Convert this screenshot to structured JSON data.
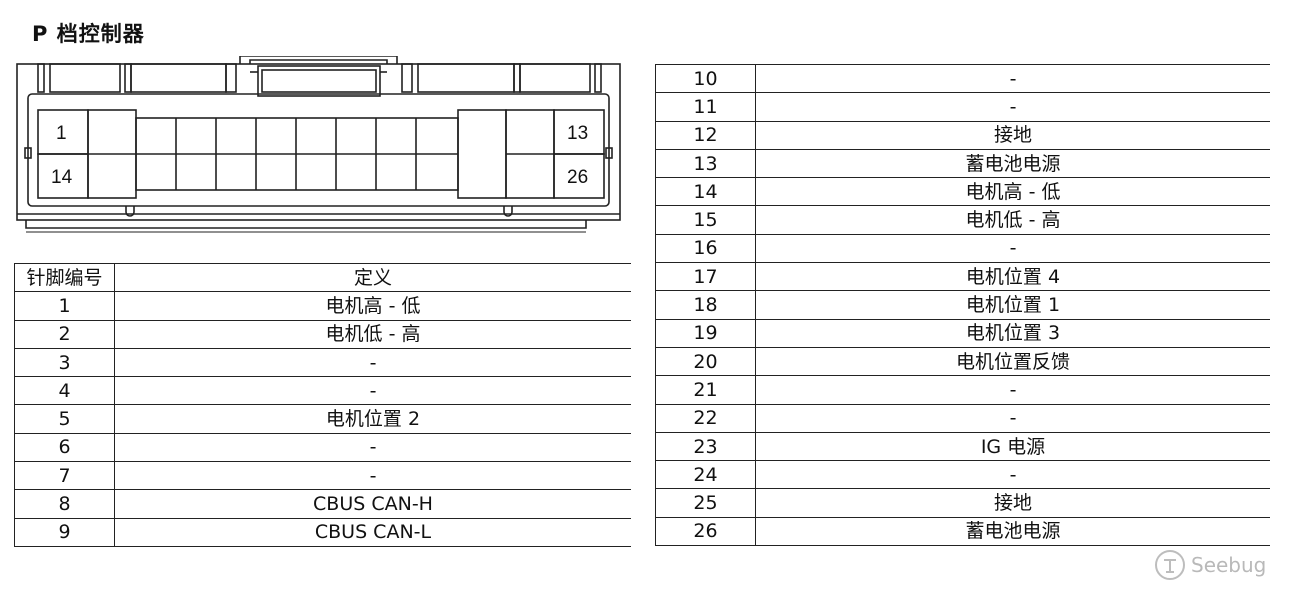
{
  "title": "P 档控制器",
  "connector": {
    "label_top_left": "1",
    "label_top_right": "13",
    "label_bottom_left": "14",
    "label_bottom_right": "26"
  },
  "table_left": {
    "headers": [
      "针脚编号",
      "定义"
    ],
    "rows": [
      [
        "1",
        "电机高 - 低"
      ],
      [
        "2",
        "电机低 - 高"
      ],
      [
        "3",
        "-"
      ],
      [
        "4",
        "-"
      ],
      [
        "5",
        "电机位置 2"
      ],
      [
        "6",
        "-"
      ],
      [
        "7",
        "-"
      ],
      [
        "8",
        "CBUS CAN-H"
      ],
      [
        "9",
        "CBUS CAN-L"
      ]
    ]
  },
  "table_right": {
    "rows": [
      [
        "10",
        "-"
      ],
      [
        "11",
        "-"
      ],
      [
        "12",
        "接地"
      ],
      [
        "13",
        "蓄电池电源"
      ],
      [
        "14",
        "电机高 - 低"
      ],
      [
        "15",
        "电机低 - 高"
      ],
      [
        "16",
        "-"
      ],
      [
        "17",
        "电机位置 4"
      ],
      [
        "18",
        "电机位置 1"
      ],
      [
        "19",
        "电机位置 3"
      ],
      [
        "20",
        "电机位置反馈"
      ],
      [
        "21",
        "-"
      ],
      [
        "22",
        "-"
      ],
      [
        "23",
        "IG 电源"
      ],
      [
        "24",
        "-"
      ],
      [
        "25",
        "接地"
      ],
      [
        "26",
        "蓄电池电源"
      ]
    ]
  },
  "watermark": {
    "text": "Seebug"
  }
}
